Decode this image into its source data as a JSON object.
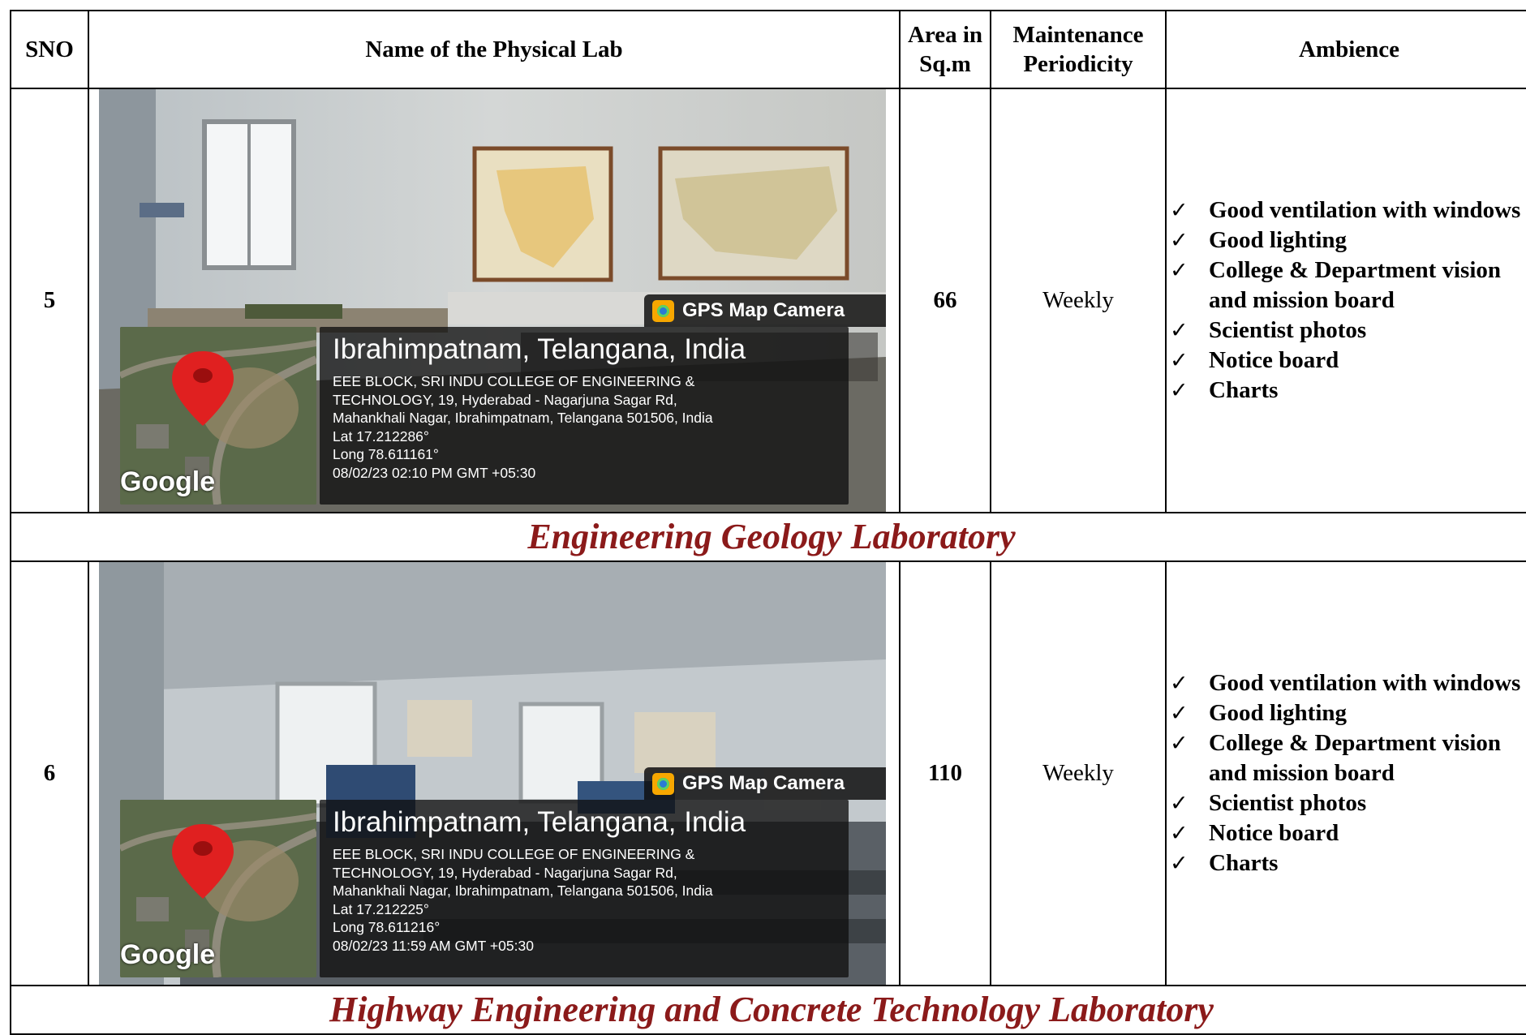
{
  "table": {
    "headers": {
      "sno": "SNO",
      "name": "Name of the Physical Lab",
      "area_line1": "Area in",
      "area_line2": "Sq.m",
      "maint_line1": "Maintenance",
      "maint_line2": "Periodicity",
      "ambience": "Ambience"
    },
    "rows": [
      {
        "sno": "5",
        "area": "66",
        "periodicity": "Weekly",
        "photo": {
          "camera_label": "GPS Map Camera",
          "location_title": "Ibrahimpatnam, Telangana, India",
          "address_line1": "EEE BLOCK, SRI INDU COLLEGE OF ENGINEERING &",
          "address_line2": "TECHNOLOGY, 19, Hyderabad - Nagarjuna Sagar Rd,",
          "address_line3": "Mahankhali Nagar, Ibrahimpatnam, Telangana 501506, India",
          "lat": "Lat 17.212286°",
          "long": "Long 78.611161°",
          "timestamp": "08/02/23 02:10 PM GMT +05:30",
          "map_brand": "Google"
        },
        "ambience": [
          "Good ventilation with windows",
          "Good lighting",
          "College & Department vision and mission board",
          "Scientist photos",
          "Notice board",
          "Charts"
        ],
        "caption": "Engineering Geology Laboratory"
      },
      {
        "sno": "6",
        "area": "110",
        "periodicity": "Weekly",
        "photo": {
          "camera_label": "GPS Map Camera",
          "location_title": "Ibrahimpatnam, Telangana, India",
          "address_line1": "EEE BLOCK, SRI INDU COLLEGE OF ENGINEERING &",
          "address_line2": "TECHNOLOGY, 19, Hyderabad - Nagarjuna Sagar Rd,",
          "address_line3": "Mahankhali Nagar, Ibrahimpatnam, Telangana 501506, India",
          "lat": "Lat 17.212225°",
          "long": "Long 78.611216°",
          "timestamp": "08/02/23 11:59 AM GMT +05:30",
          "map_brand": "Google"
        },
        "ambience": [
          "Good ventilation with windows",
          "Good lighting",
          "College & Department vision and mission board",
          "Scientist photos",
          "Notice board",
          "Charts"
        ],
        "caption": "Highway Engineering and Concrete Technology Laboratory"
      }
    ],
    "check_glyph": "✓"
  },
  "colors": {
    "caption": "#8b1a1a",
    "border": "#000000"
  }
}
